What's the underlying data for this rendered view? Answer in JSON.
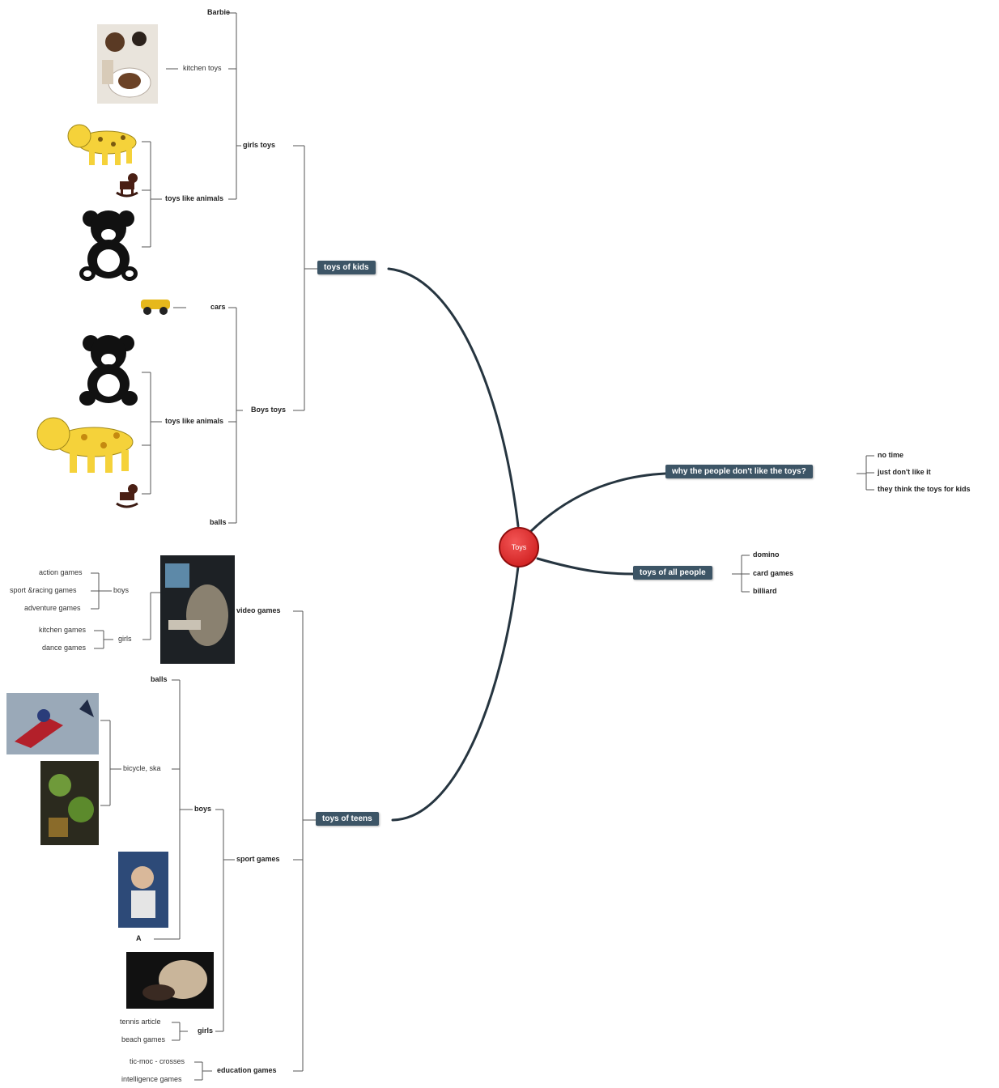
{
  "root": {
    "label": "Toys"
  },
  "branches": {
    "kids": {
      "label": "toys of kids",
      "girls": {
        "label": "girls toys",
        "items": {
          "barbie": "Barbie",
          "kitchen": "kitchen toys",
          "animals": "toys like animals"
        }
      },
      "boys": {
        "label": "Boys toys",
        "items": {
          "cars": "cars",
          "animals": "toys like animals",
          "balls": "balls"
        }
      }
    },
    "teens": {
      "label": "toys of teens",
      "video": {
        "label": "video games",
        "boys": {
          "label": "boys",
          "items": [
            "action games",
            "sport &racing games",
            "adventure games"
          ]
        },
        "girls": {
          "label": "girls",
          "items": [
            "kitchen games",
            "dance games"
          ]
        }
      },
      "sport": {
        "label": "sport games",
        "boys": {
          "label": "boys",
          "items": {
            "balls": "balls",
            "bicycle": "bicycle, ska",
            "extra": "A"
          }
        },
        "girls": {
          "label": "girls",
          "items": [
            "tennis article",
            "beach games"
          ]
        }
      },
      "education": {
        "label": "education games",
        "items": [
          "tic-moc - crosses",
          "intelligence games"
        ]
      }
    },
    "why": {
      "label": "why the people don't like the toys?",
      "items": [
        "no time",
        "just don't like it",
        "they think the toys for kids"
      ]
    },
    "all": {
      "label": "toys of all people",
      "items": [
        "domino",
        "card games",
        "billiard"
      ]
    }
  },
  "colors": {
    "background": "#ffffff",
    "branch_line": "#263540",
    "node_box": "#3d5566",
    "root": "#d91b1b",
    "connector": "#8a8a8a"
  },
  "icons": [
    "kitchen-photo",
    "giraffe-toy-icon",
    "rocking-horse-icon",
    "teddy-bear-icon",
    "toy-car-icon",
    "video-game-photo",
    "spider-man-photo",
    "ninja-turtles-photo",
    "boy-skater-photo",
    "ball-photo"
  ]
}
